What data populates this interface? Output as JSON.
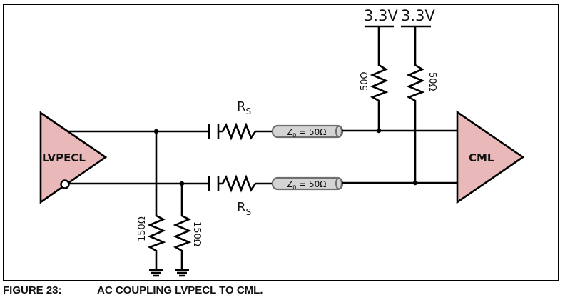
{
  "diagram": {
    "driver": {
      "label": "LVPECL",
      "fill": "#e8b9b8"
    },
    "receiver": {
      "label": "CML",
      "fill": "#e8b9b8"
    },
    "supplies": [
      {
        "label": "3.3V"
      },
      {
        "label": "3.3V"
      }
    ],
    "pullup_resistors": [
      {
        "label": "50Ω"
      },
      {
        "label": "50Ω"
      }
    ],
    "pulldown_resistors": [
      {
        "label": "150Ω"
      },
      {
        "label": "150Ω"
      }
    ],
    "series_resistors": [
      {
        "label_main": "R",
        "label_sub": "S"
      },
      {
        "label_main": "R",
        "label_sub": "S"
      }
    ],
    "transmission_lines": [
      {
        "label_main": "Z",
        "label_sub": "0",
        "label_rest": " = 50Ω"
      },
      {
        "label_main": "Z",
        "label_sub": "0",
        "label_rest": " = 50Ω"
      }
    ]
  },
  "caption": {
    "number": "FIGURE 23:",
    "title": "AC COUPLING LVPECL TO CML."
  }
}
